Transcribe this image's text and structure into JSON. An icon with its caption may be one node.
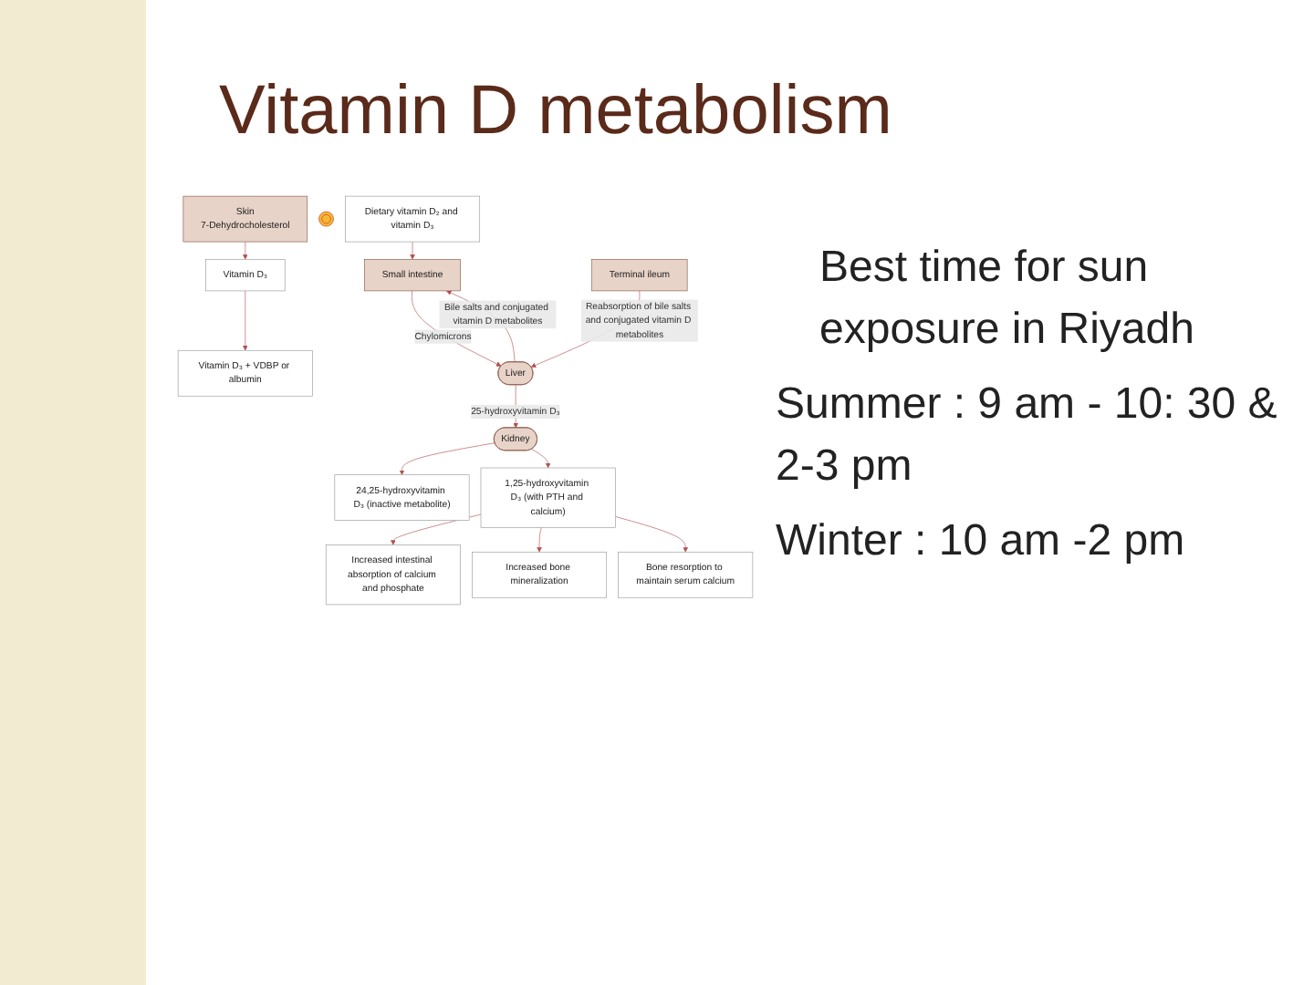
{
  "diagram": {
    "title": "Vitamin D metabolism",
    "nodes": [
      {
        "text": [
          "Skin",
          "7-Dehydrocholesterol"
        ]
      },
      {
        "text": [],
        "shape": "picture"
      },
      {
        "text": [
          "Vitamin D₃"
        ]
      },
      {
        "text": [
          "Vitamin D₃ + VDBP or albumin"
        ]
      },
      {
        "text": [
          "Dietary vitamin D₂ and vitamin D₃"
        ]
      },
      {
        "text": [
          "Small intestine"
        ]
      },
      {
        "text": [
          "Terminal ileum"
        ]
      },
      {
        "text": [
          "Liver"
        ]
      },
      {
        "text": [
          "Kidney"
        ]
      },
      {
        "text": [
          "24,25-hydroxyvitamin D₃ (inactive metabolite)"
        ]
      },
      {
        "text": [
          "1,25-hydroxyvitamin D₃ (with PTH and calcium)"
        ]
      },
      {
        "text": [
          "Increased intestinal absorption of calcium and phosphate"
        ]
      },
      {
        "text": [
          "Increased bone mineralization"
        ]
      },
      {
        "text": [
          "Bone resorption to maintain serum calcium"
        ]
      }
    ],
    "edges": [
      {
        "from": 0,
        "to": 2,
        "arrow": "to"
      },
      {
        "from": 2,
        "to": 3,
        "arrow": "to"
      },
      {
        "from": 4,
        "to": 5,
        "arrow": "to"
      },
      {
        "from": 5,
        "to": 7,
        "label": "Chylomicrons",
        "arrow": "to"
      },
      {
        "from": 7,
        "to": 5,
        "label": "Bile salts and conjugated vitamin D metabolites",
        "arrow": "to"
      },
      {
        "from": 6,
        "to": 7,
        "label": "Reabsorption of bile salts and conjugated vitamin D metabolites",
        "arrow": "to"
      },
      {
        "from": 7,
        "to": 8,
        "label": "25-hydroxyvitamin D₃",
        "arrow": "to"
      },
      {
        "from": 8,
        "to": 9,
        "arrow": "to"
      },
      {
        "from": 8,
        "to": 10,
        "arrow": "to"
      },
      {
        "from": 10,
        "to": 11,
        "arrow": "to"
      },
      {
        "from": 10,
        "to": 12,
        "arrow": "to"
      },
      {
        "from": 10,
        "to": 13,
        "arrow": "to"
      }
    ],
    "labels": [
      "Best time for sun exposure in Riyadh",
      "Summer : 9 am - 10: 30 & 2-3 pm",
      "Winter : 10 am -2 pm"
    ]
  }
}
